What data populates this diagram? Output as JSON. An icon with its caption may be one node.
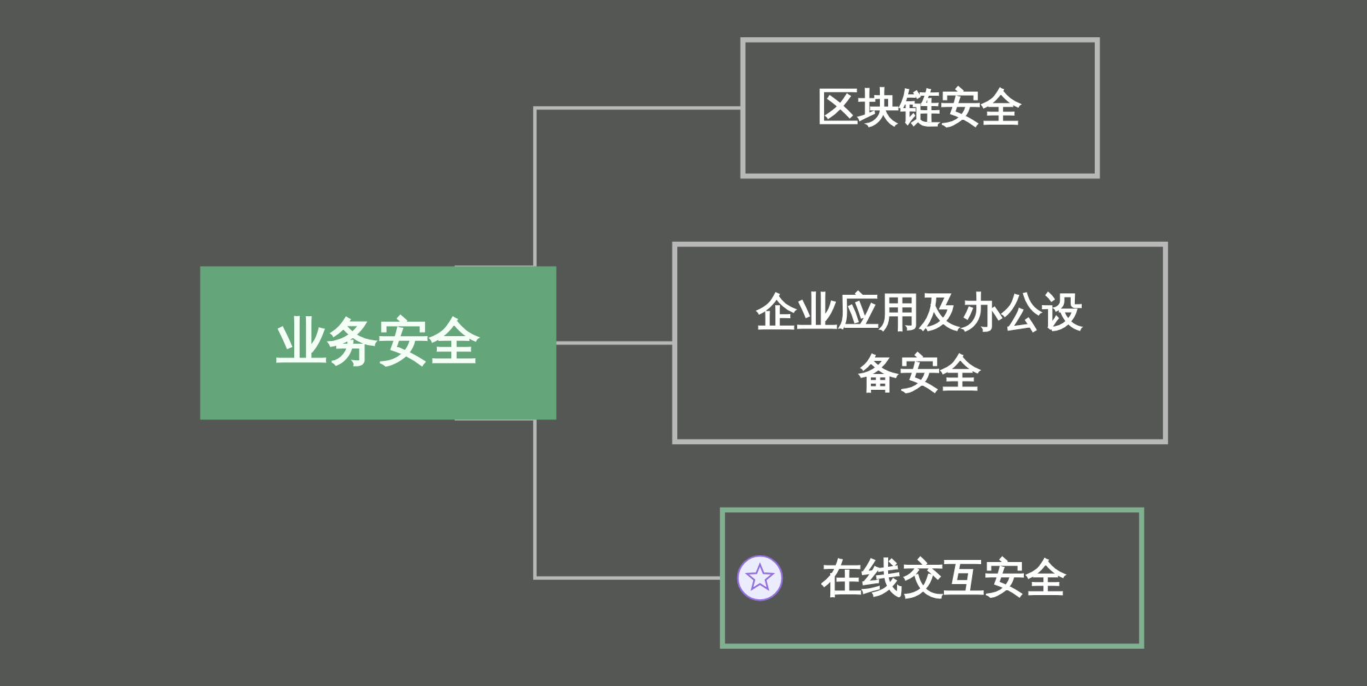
{
  "diagram": {
    "nodes": [
      {
        "text": [
          "业务安全"
        ]
      },
      {
        "text": [
          "区块链安全"
        ]
      },
      {
        "text": [
          "企业应用及办公设备安全"
        ]
      },
      {
        "text": [
          "在线交互安全"
        ]
      }
    ],
    "edges": [
      {
        "from": 0,
        "to": 1,
        "arrow": "none"
      },
      {
        "from": 0,
        "to": 2,
        "arrow": "none"
      },
      {
        "from": 0,
        "to": 3,
        "arrow": "none"
      }
    ]
  }
}
